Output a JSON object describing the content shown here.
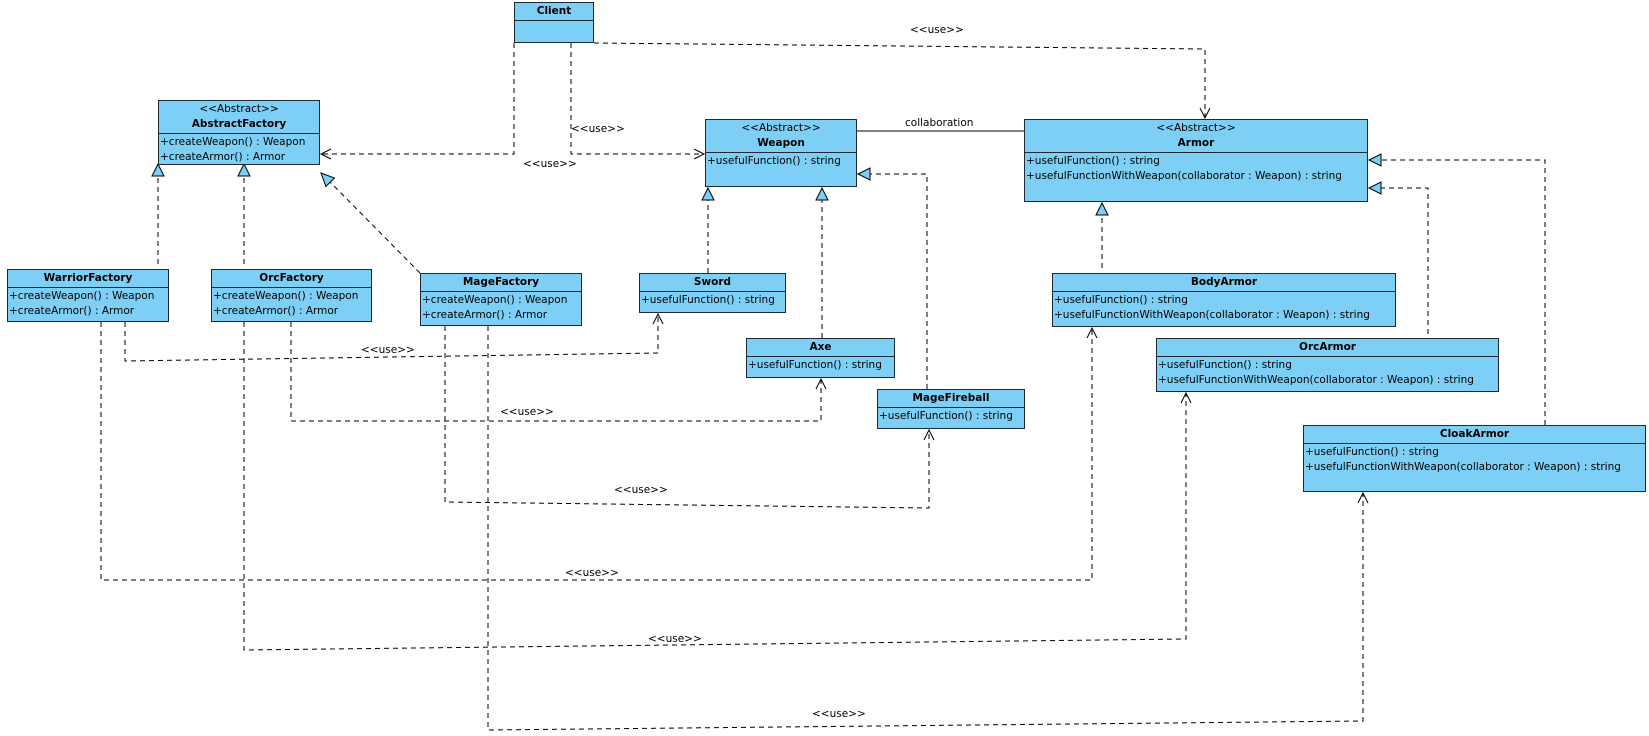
{
  "classes": {
    "client": {
      "name": "Client",
      "stereotype": "",
      "operations": []
    },
    "abstract_factory": {
      "name": "AbstractFactory",
      "stereotype": "<<Abstract>>",
      "operations": [
        "+createWeapon() : Weapon",
        "+createArmor() : Armor"
      ]
    },
    "weapon": {
      "name": "Weapon",
      "stereotype": "<<Abstract>>",
      "operations": [
        "+usefulFunction() : string"
      ]
    },
    "armor": {
      "name": "Armor",
      "stereotype": "<<Abstract>>",
      "operations": [
        "+usefulFunction() : string",
        "+usefulFunctionWithWeapon(collaborator : Weapon) : string"
      ]
    },
    "warrior_factory": {
      "name": "WarriorFactory",
      "stereotype": "",
      "operations": [
        "+createWeapon() : Weapon",
        "+createArmor() : Armor"
      ]
    },
    "orc_factory": {
      "name": "OrcFactory",
      "stereotype": "",
      "operations": [
        "+createWeapon() : Weapon",
        "+createArmor() : Armor"
      ]
    },
    "mage_factory": {
      "name": "MageFactory",
      "stereotype": "",
      "operations": [
        "+createWeapon() : Weapon",
        "+createArmor() : Armor"
      ]
    },
    "sword": {
      "name": "Sword",
      "stereotype": "",
      "operations": [
        "+usefulFunction() : string"
      ]
    },
    "axe": {
      "name": "Axe",
      "stereotype": "",
      "operations": [
        "+usefulFunction() : string"
      ]
    },
    "mage_fireball": {
      "name": "MageFireball",
      "stereotype": "",
      "operations": [
        "+usefulFunction() : string"
      ]
    },
    "body_armor": {
      "name": "BodyArmor",
      "stereotype": "",
      "operations": [
        "+usefulFunction() : string",
        "+usefulFunctionWithWeapon(collaborator : Weapon) : string"
      ]
    },
    "orc_armor": {
      "name": "OrcArmor",
      "stereotype": "",
      "operations": [
        "+usefulFunction() : string",
        "+usefulFunctionWithWeapon(collaborator : Weapon) : string"
      ]
    },
    "cloak_armor": {
      "name": "CloakArmor",
      "stereotype": "",
      "operations": [
        "+usefulFunction() : string",
        "+usefulFunctionWithWeapon(collaborator : Weapon) : string"
      ]
    }
  },
  "labels": {
    "use": "<<use>>",
    "collaboration": "collaboration"
  },
  "colors": {
    "class_fill": "#7ecff5",
    "border": "#1f2b33",
    "line": "#000000"
  }
}
